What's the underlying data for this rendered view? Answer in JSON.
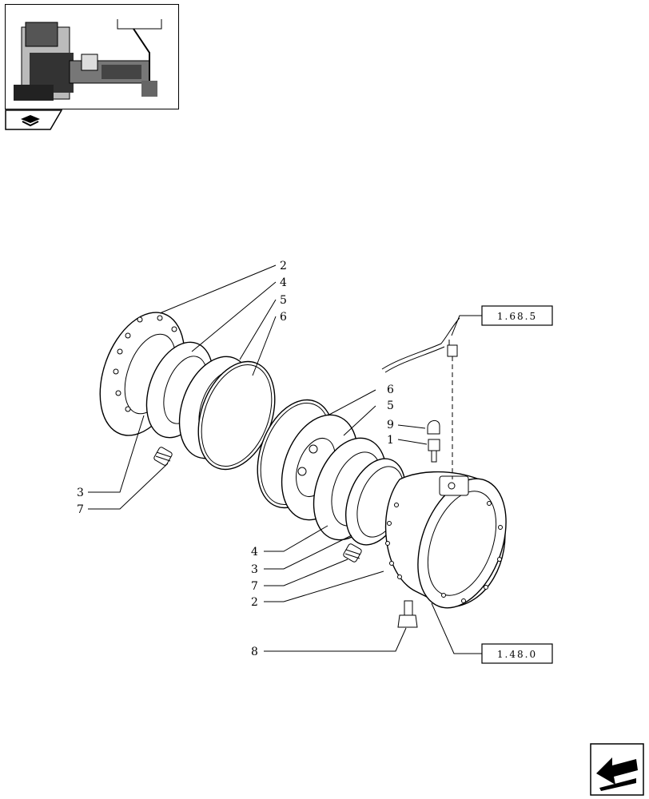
{
  "callouts": {
    "left_top": [
      "2",
      "4",
      "5",
      "6"
    ],
    "middle": [
      "6",
      "5",
      "9",
      "1"
    ],
    "left_bottom": [
      "3",
      "7"
    ],
    "bottom": [
      "4",
      "3",
      "7",
      "2",
      "8"
    ]
  },
  "references": {
    "top_ref": "1.68.5",
    "bottom_ref": "1.48.0"
  },
  "icons": {
    "thumbnail": "tractor-overview-thumbnail",
    "tab": "book-arrow-icon",
    "nav": "next-page-arrow-icon"
  }
}
